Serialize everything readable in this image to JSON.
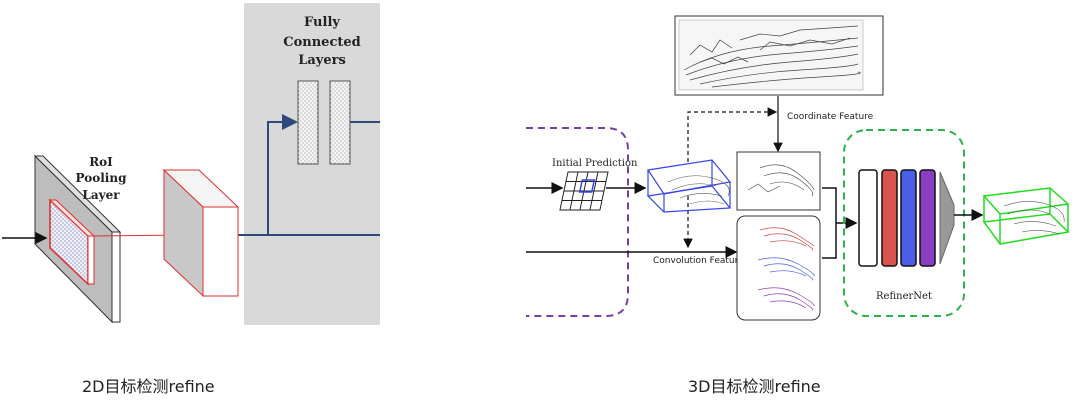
{
  "left_diagram": {
    "fc_title_line1": "Fully",
    "fc_title_line2": "Connected",
    "fc_title_line3": "Layers",
    "roi_line1": "RoI",
    "roi_line2": "Pooling",
    "roi_line3": "Layer",
    "caption": "2D目标检测refine",
    "colors": {
      "panel": "#d9d9d9",
      "arrow": "#2e4a7a",
      "red": "#e03030"
    }
  },
  "right_diagram": {
    "initial_prediction": "Initial Prediction",
    "coordinate_feature": "Coordinate Feature",
    "convolution_feature": "Convolution Feature",
    "refinernet": "RefinerNet",
    "caption": "3D目标检测refine",
    "colors": {
      "purple_dash": "#7a3fa3",
      "green_dash": "#2db34a",
      "blue_box": "#3344ee",
      "red_bar": "#d9534f",
      "blue_bar": "#4a5ee8",
      "purple_bar": "#8a3fc2",
      "green_box": "#22dd22"
    }
  }
}
